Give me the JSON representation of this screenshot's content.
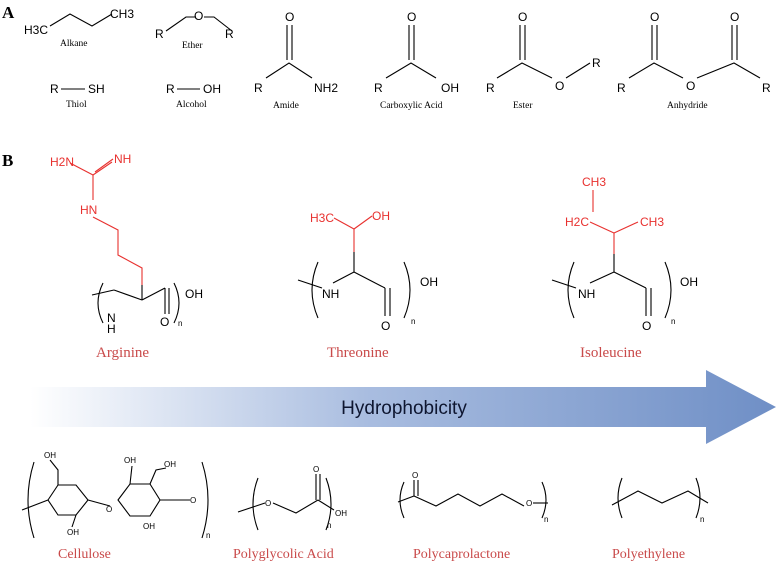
{
  "panels": {
    "a": "A",
    "b": "B"
  },
  "groups": {
    "alkane": "Alkane",
    "ether": "Ether",
    "amide": "Amide",
    "carboxylic_acid": "Carboxylic Acid",
    "ester": "Ester",
    "anhydride": "Anhydride",
    "thiol": "Thiol",
    "alcohol": "Alcohol"
  },
  "atoms": {
    "h3c": "H3C",
    "ch3": "CH3",
    "r": "R",
    "o": "O",
    "sh": "SH",
    "oh": "OH",
    "nh2": "NH2",
    "h2n": "H2N",
    "nh": "NH",
    "hn": "HN",
    "n": "N",
    "h": "H",
    "n_sub": "n",
    "h2c": "H2C"
  },
  "amino_acids": {
    "arginine": "Arginine",
    "threonine": "Threonine",
    "isoleucine": "Isoleucine"
  },
  "arrow": {
    "label": "Hydrophobicity",
    "start_color": "#ffffff",
    "end_color": "#6f8fc6"
  },
  "polymers": {
    "cellulose": "Cellulose",
    "polyglycolic_acid": "Polyglycolic Acid",
    "polycaprolactone": "Polycaprolactone",
    "polyethylene": "Polyethylene"
  },
  "colors": {
    "side_chain": "#e8312f",
    "name_label": "#c94a4a"
  }
}
